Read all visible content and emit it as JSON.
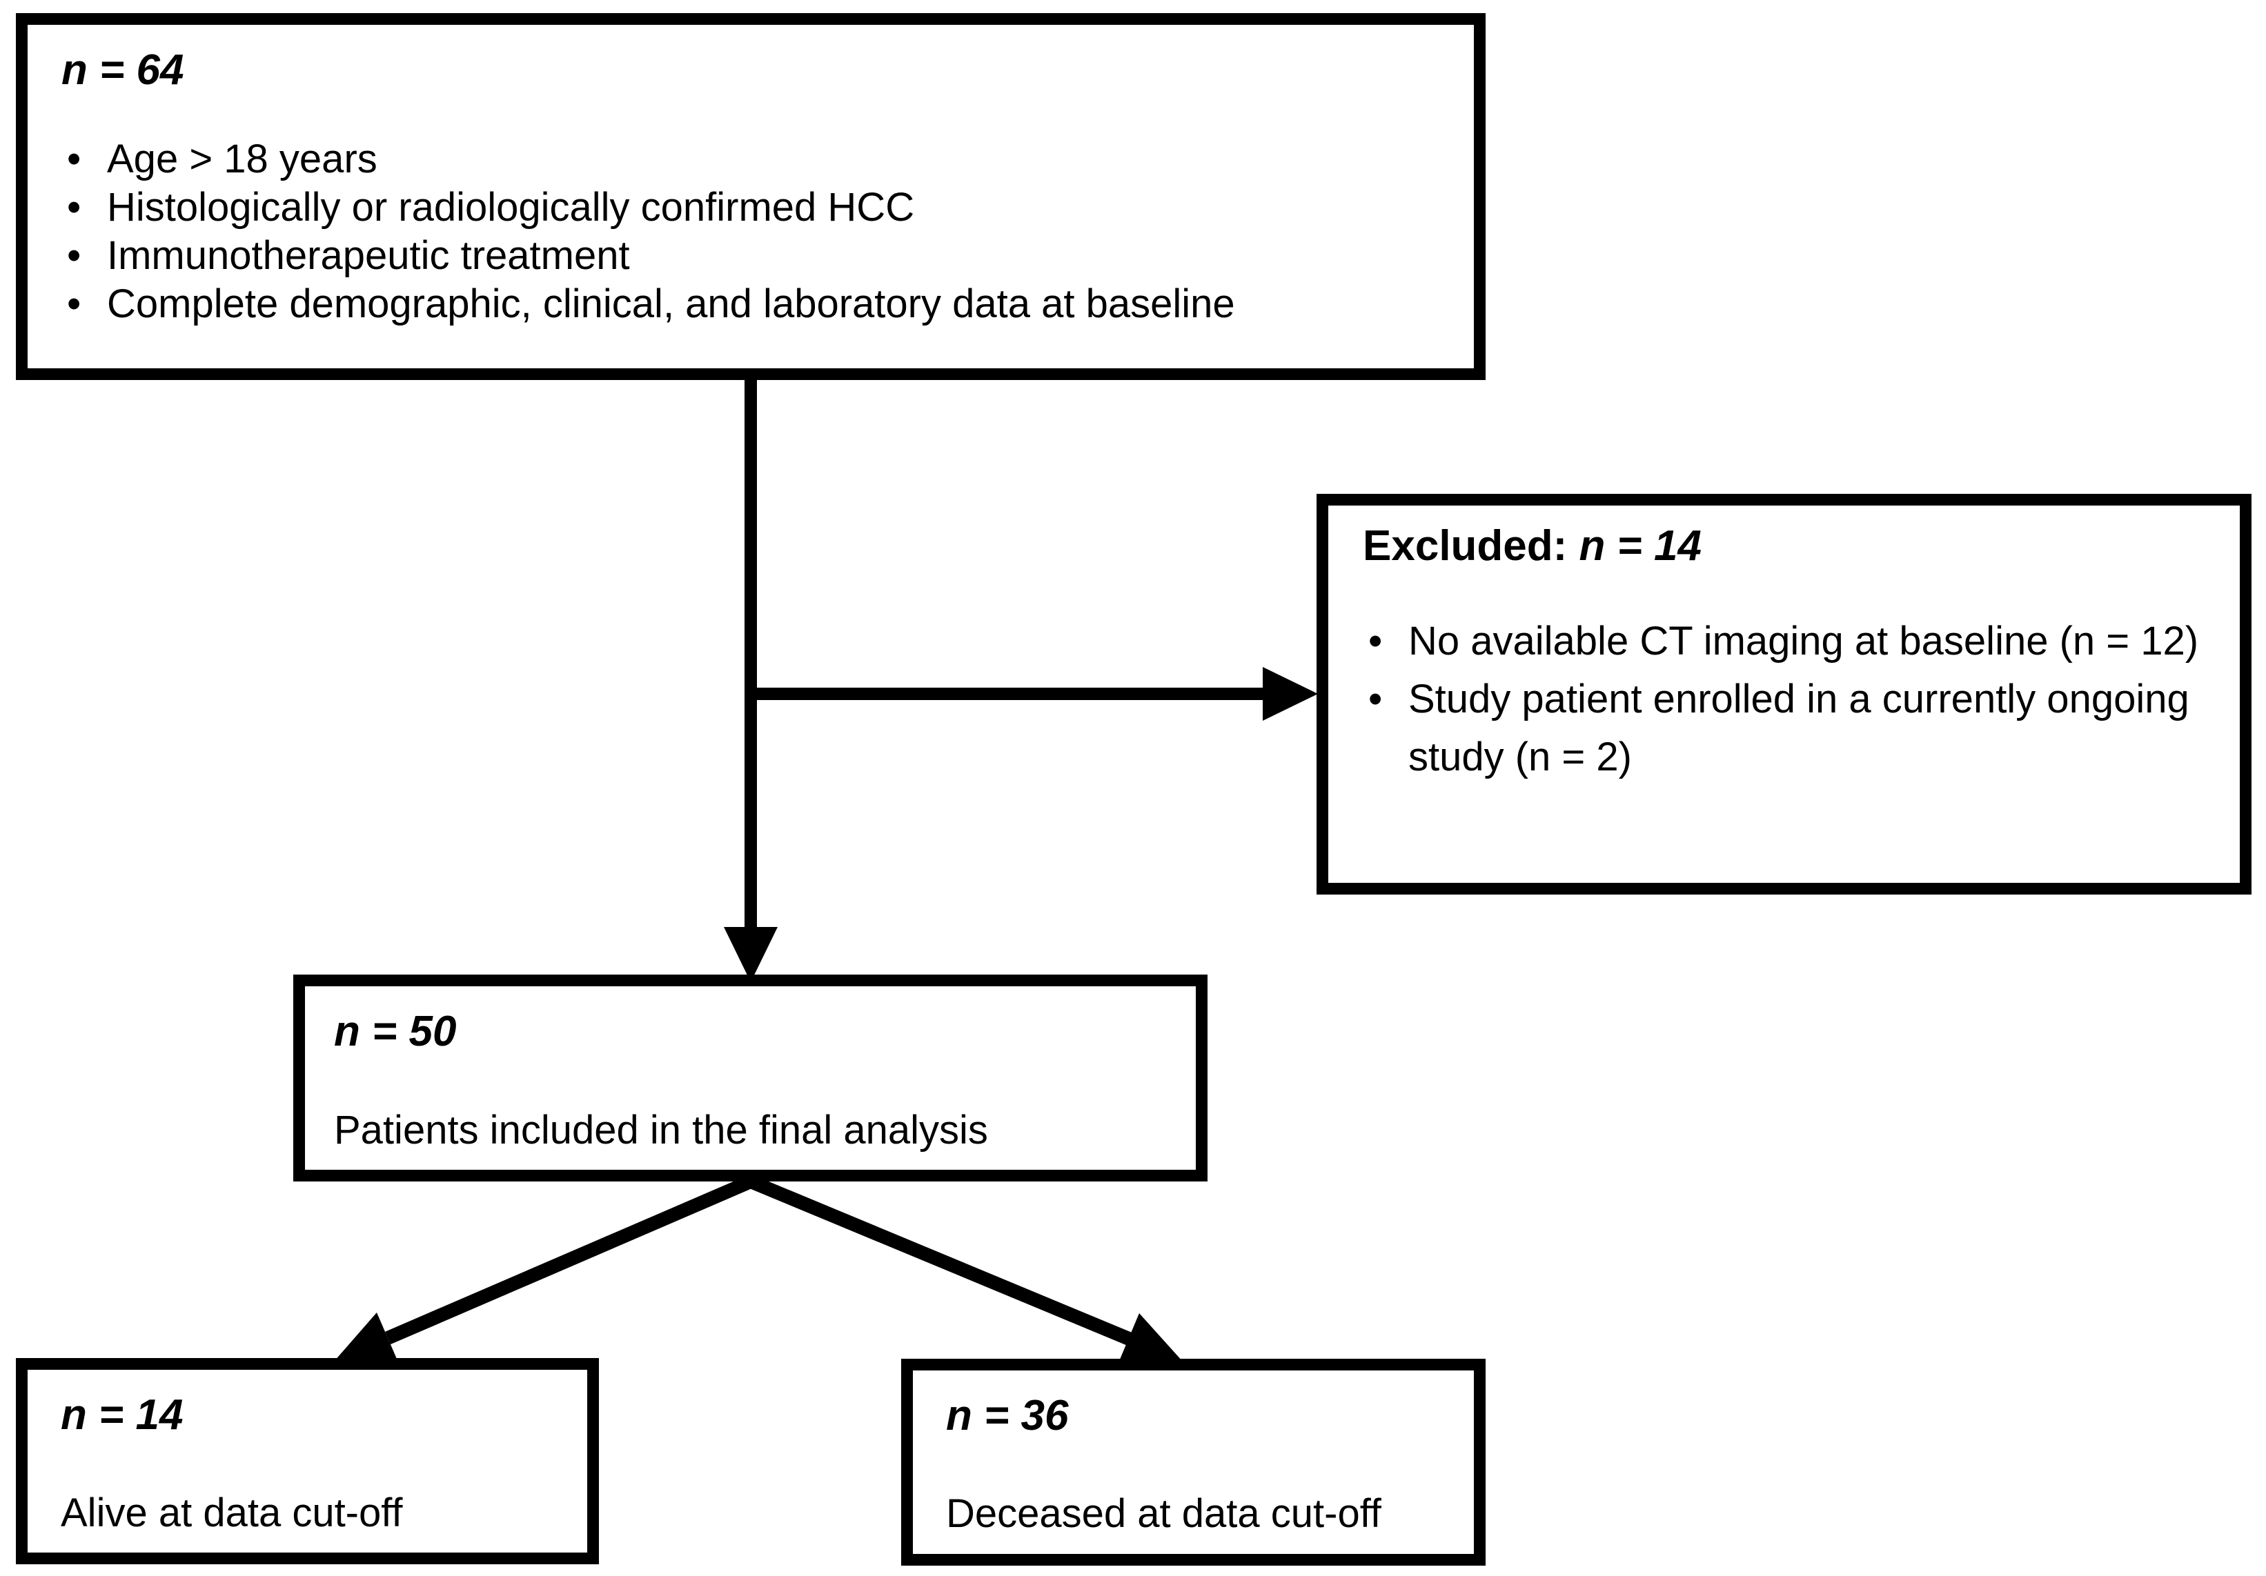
{
  "diagram": {
    "colors": {
      "line": "#000000",
      "background": "#ffffff",
      "text": "#000000"
    },
    "boxes": {
      "eligible": {
        "count": "n = 64",
        "bullets": [
          "Age > 18 years",
          "Histologically or radiologically confirmed HCC",
          "Immunotherapeutic treatment",
          "Complete demographic, clinical, and laboratory data at baseline"
        ]
      },
      "excluded": {
        "title_prefix": "Excluded: ",
        "count": "n = 14",
        "bullets": [
          "No available CT imaging at baseline (n = 12)",
          "Study patient enrolled in a currently ongoing study (n = 2)"
        ]
      },
      "included": {
        "count": "n = 50",
        "label": "Patients included in the final analysis"
      },
      "alive": {
        "count": "n = 14",
        "label": "Alive at data cut-off"
      },
      "deceased": {
        "count": "n = 36",
        "label": "Deceased at data cut-off"
      }
    }
  }
}
